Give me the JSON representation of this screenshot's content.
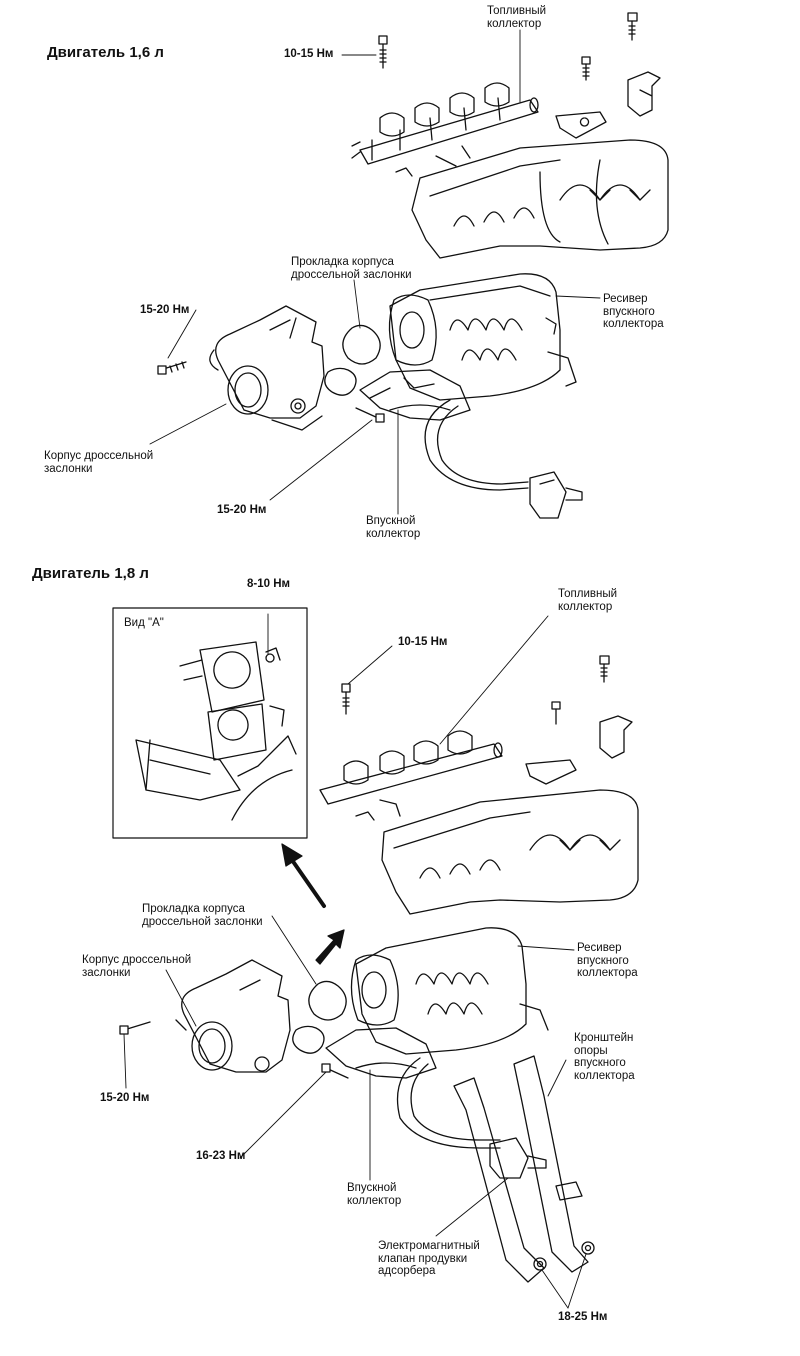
{
  "sections": {
    "engine_16": "Двигатель 1,6 л",
    "engine_18": "Двигатель 1,8 л"
  },
  "labels": {
    "fuel_rail": "Топливный\nколлектор",
    "throttle_gasket": "Прокладка корпуса\nдроссельной заслонки",
    "plenum": "Ресивер\nвпускного\nколлектора",
    "throttle_body": "Корпус дроссельной\nзаслонки",
    "intake_manifold": "Впускной\nколлектор",
    "view_a": "Вид \"А\"",
    "bracket": "Кронштейн\nопоры\nвпускного\nколлектора",
    "purge_valve": "Электромагнитный\nклапан продувки\nадсорбера"
  },
  "torques": {
    "t_10_15": "10-15 Нм",
    "t_15_20": "15-20 Нм",
    "t_8_10": "8-10 Нм",
    "t_16_23": "16-23 Нм",
    "t_18_25": "18-25 Нм"
  },
  "colors": {
    "ink": "#111111",
    "paper": "#ffffff"
  }
}
